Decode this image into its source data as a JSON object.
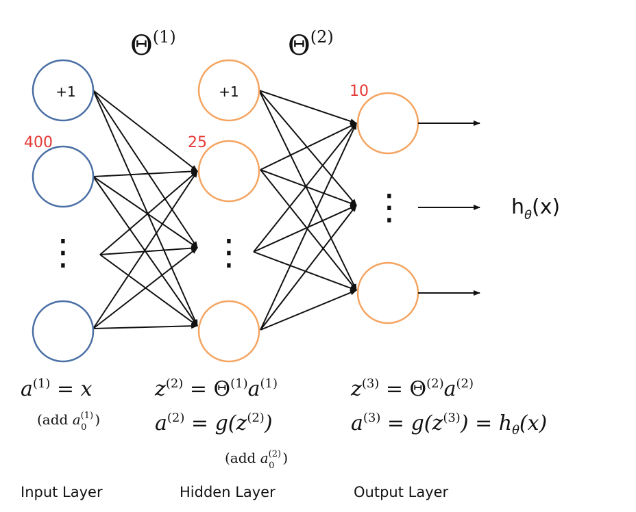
{
  "theta1": "Θ",
  "theta1_sup": "(1)",
  "theta2": "Θ",
  "theta2_sup": "(2)",
  "bias_label": "+1",
  "counts": {
    "input": "400",
    "hidden": "25",
    "output": "10"
  },
  "dots": "⋮",
  "output_label": {
    "main": "h",
    "sub": "θ",
    "tail": "(x)"
  },
  "equations": {
    "a1": {
      "a": "a",
      "sup": "(1)",
      "rest": " = x"
    },
    "add_a1": {
      "pre": "(add ",
      "a": "a",
      "sub": "0",
      "sup": "(1)",
      "post": ")"
    },
    "z2": {
      "z": "z",
      "sup": "(2)",
      "eq": " = ",
      "theta": "Θ",
      "tsup": "(1)",
      "a": "a",
      "asup": "(1)"
    },
    "a2": {
      "a": "a",
      "sup": "(2)",
      "eq": " = g(",
      "z": "z",
      "zsup": "(2)",
      "close": ")"
    },
    "add_a2": {
      "pre": "(add ",
      "a": "a",
      "sub": "0",
      "sup": "(2)",
      "post": ")"
    },
    "z3": {
      "z": "z",
      "sup": "(3)",
      "eq": " = ",
      "theta": "Θ",
      "tsup": "(2)",
      "a": "a",
      "asup": "(2)"
    },
    "a3": {
      "a": "a",
      "sup": "(3)",
      "eq": " = g(",
      "z": "z",
      "zsup": "(3)",
      "mid": ") = h",
      "hsub": "θ",
      "tail": "(x)"
    }
  },
  "layer_labels": {
    "input": "Input Layer",
    "hidden": "Hidden Layer",
    "output": "Output Layer"
  },
  "colors": {
    "input_node": "#4a6fa5",
    "hidden_node": "#f4a460",
    "count": "#e53935",
    "edge": "#111111"
  }
}
